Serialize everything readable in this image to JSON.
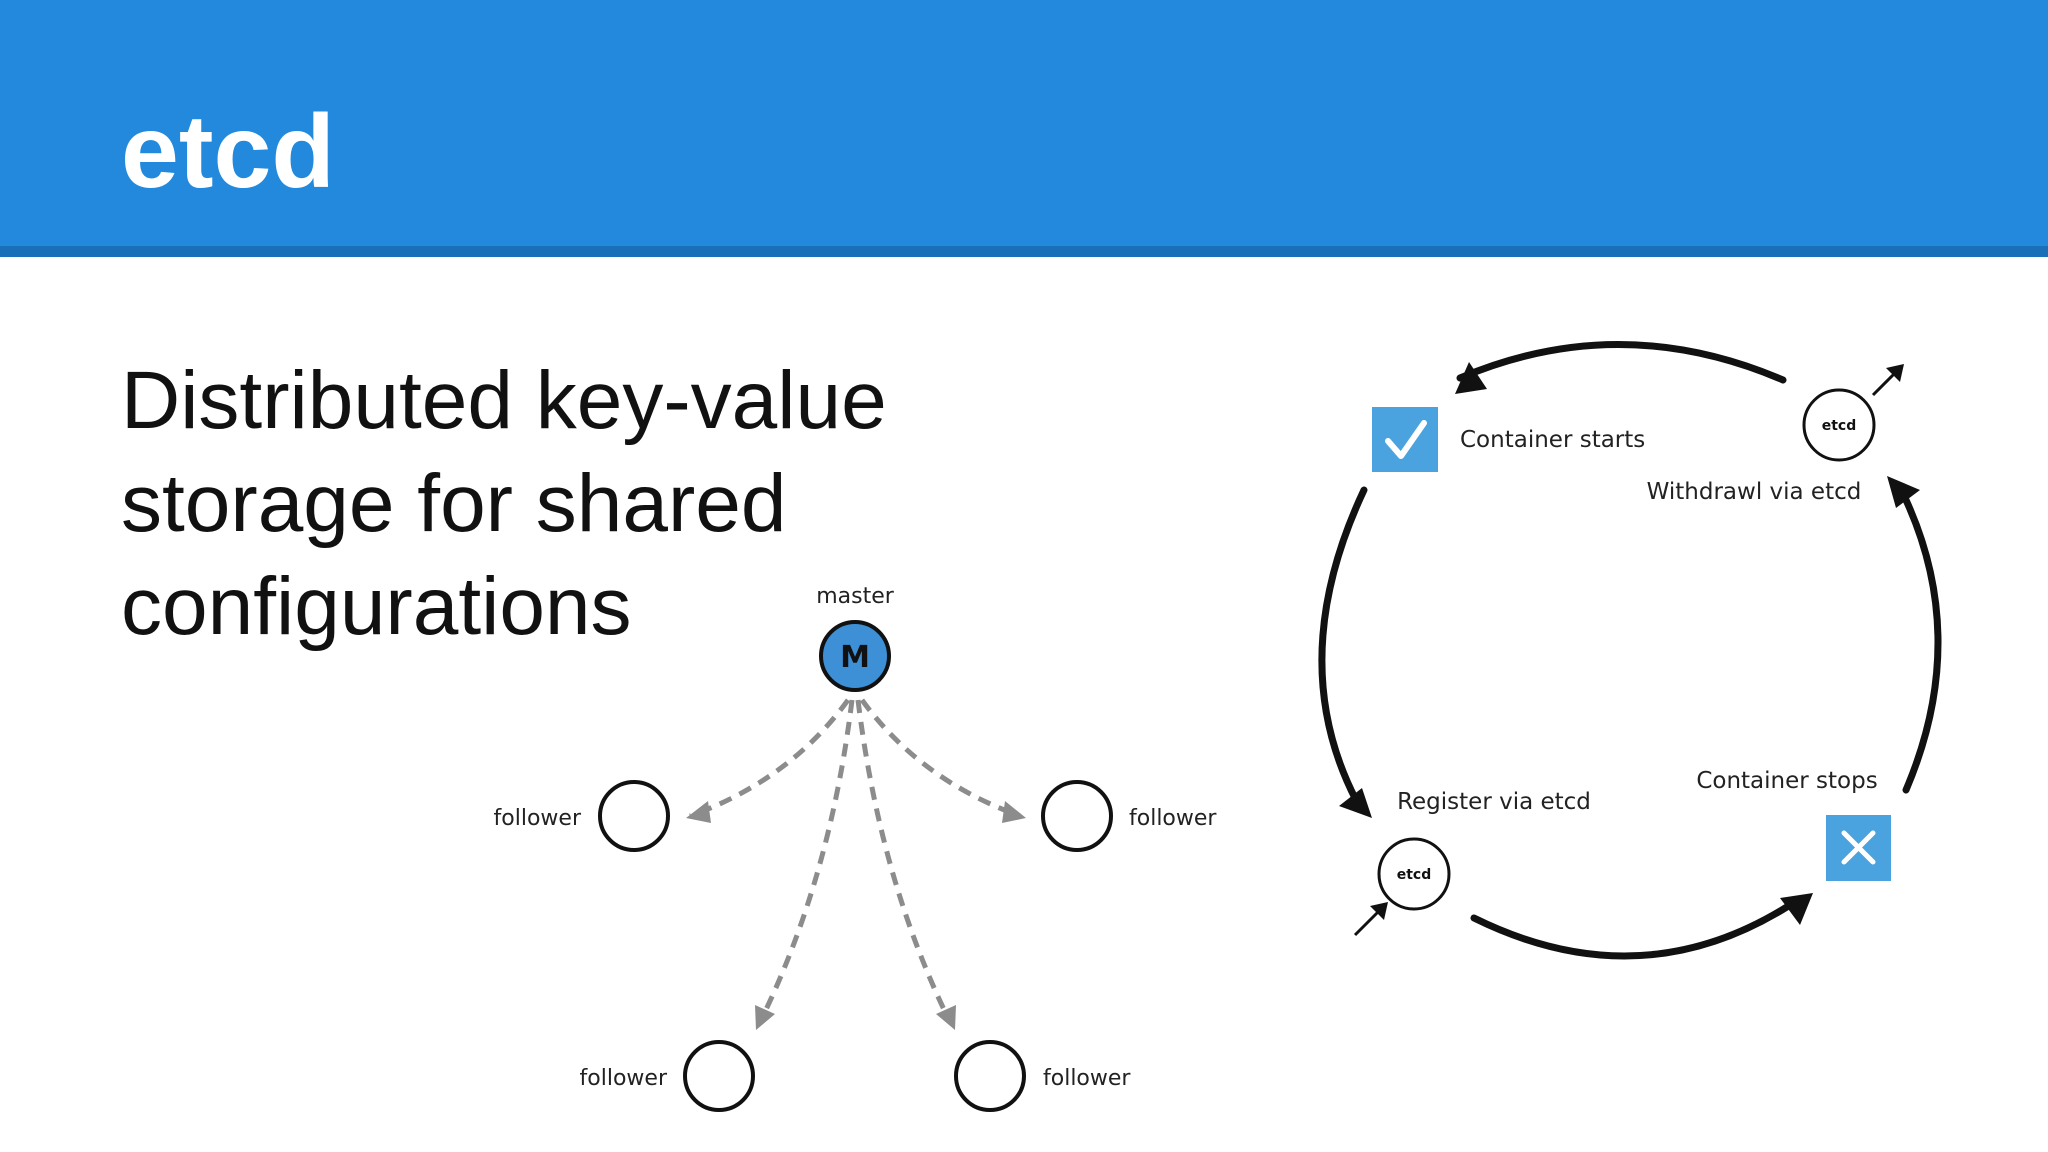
{
  "slide": {
    "title": "etcd",
    "body_lines": [
      "Distributed key-value",
      "storage for shared",
      "configurations"
    ]
  },
  "cluster_diagram": {
    "master_label": "master",
    "master_letter": "M",
    "follower_labels": [
      "follower",
      "follower",
      "follower",
      "follower"
    ]
  },
  "lifecycle_diagram": {
    "container_starts": "Container starts",
    "withdrawl": "Withdrawl via etcd",
    "register": "Register via etcd",
    "container_stops": "Container stops",
    "etcd_top": "etcd",
    "etcd_bottom": "etcd"
  },
  "colors": {
    "header_blue": "#2289dc",
    "header_line": "#1a6fb9",
    "master_fill": "#3d8fd6",
    "status_box_blue": "#4aa3df",
    "dashed_arrow_gray": "#8c8c8c"
  },
  "icons": {
    "container_starts": "checkmark-icon",
    "container_stops": "x-close-icon"
  }
}
